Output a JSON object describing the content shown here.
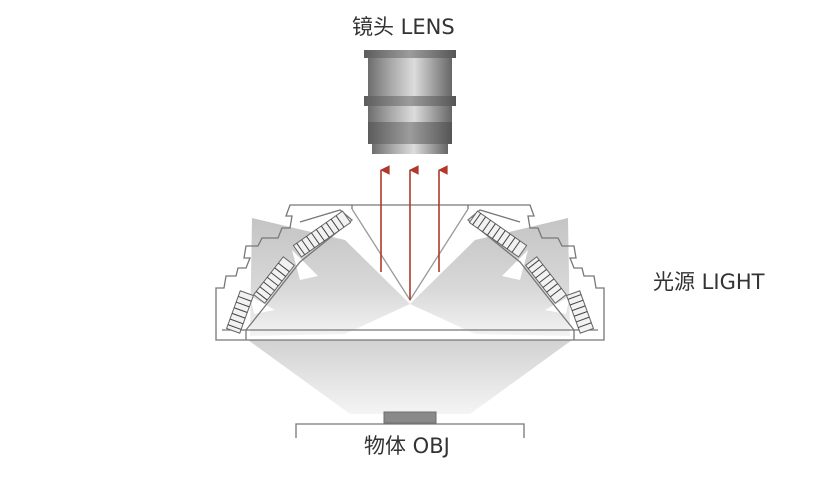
{
  "labels": {
    "lens": "镜头 LENS",
    "light": "光源 LIGHT",
    "object": "物体 OBJ"
  },
  "colors": {
    "arrow": "#b0392b",
    "outline": "#777777",
    "lens_body": "#888888",
    "object": "#8a8a8a"
  }
}
